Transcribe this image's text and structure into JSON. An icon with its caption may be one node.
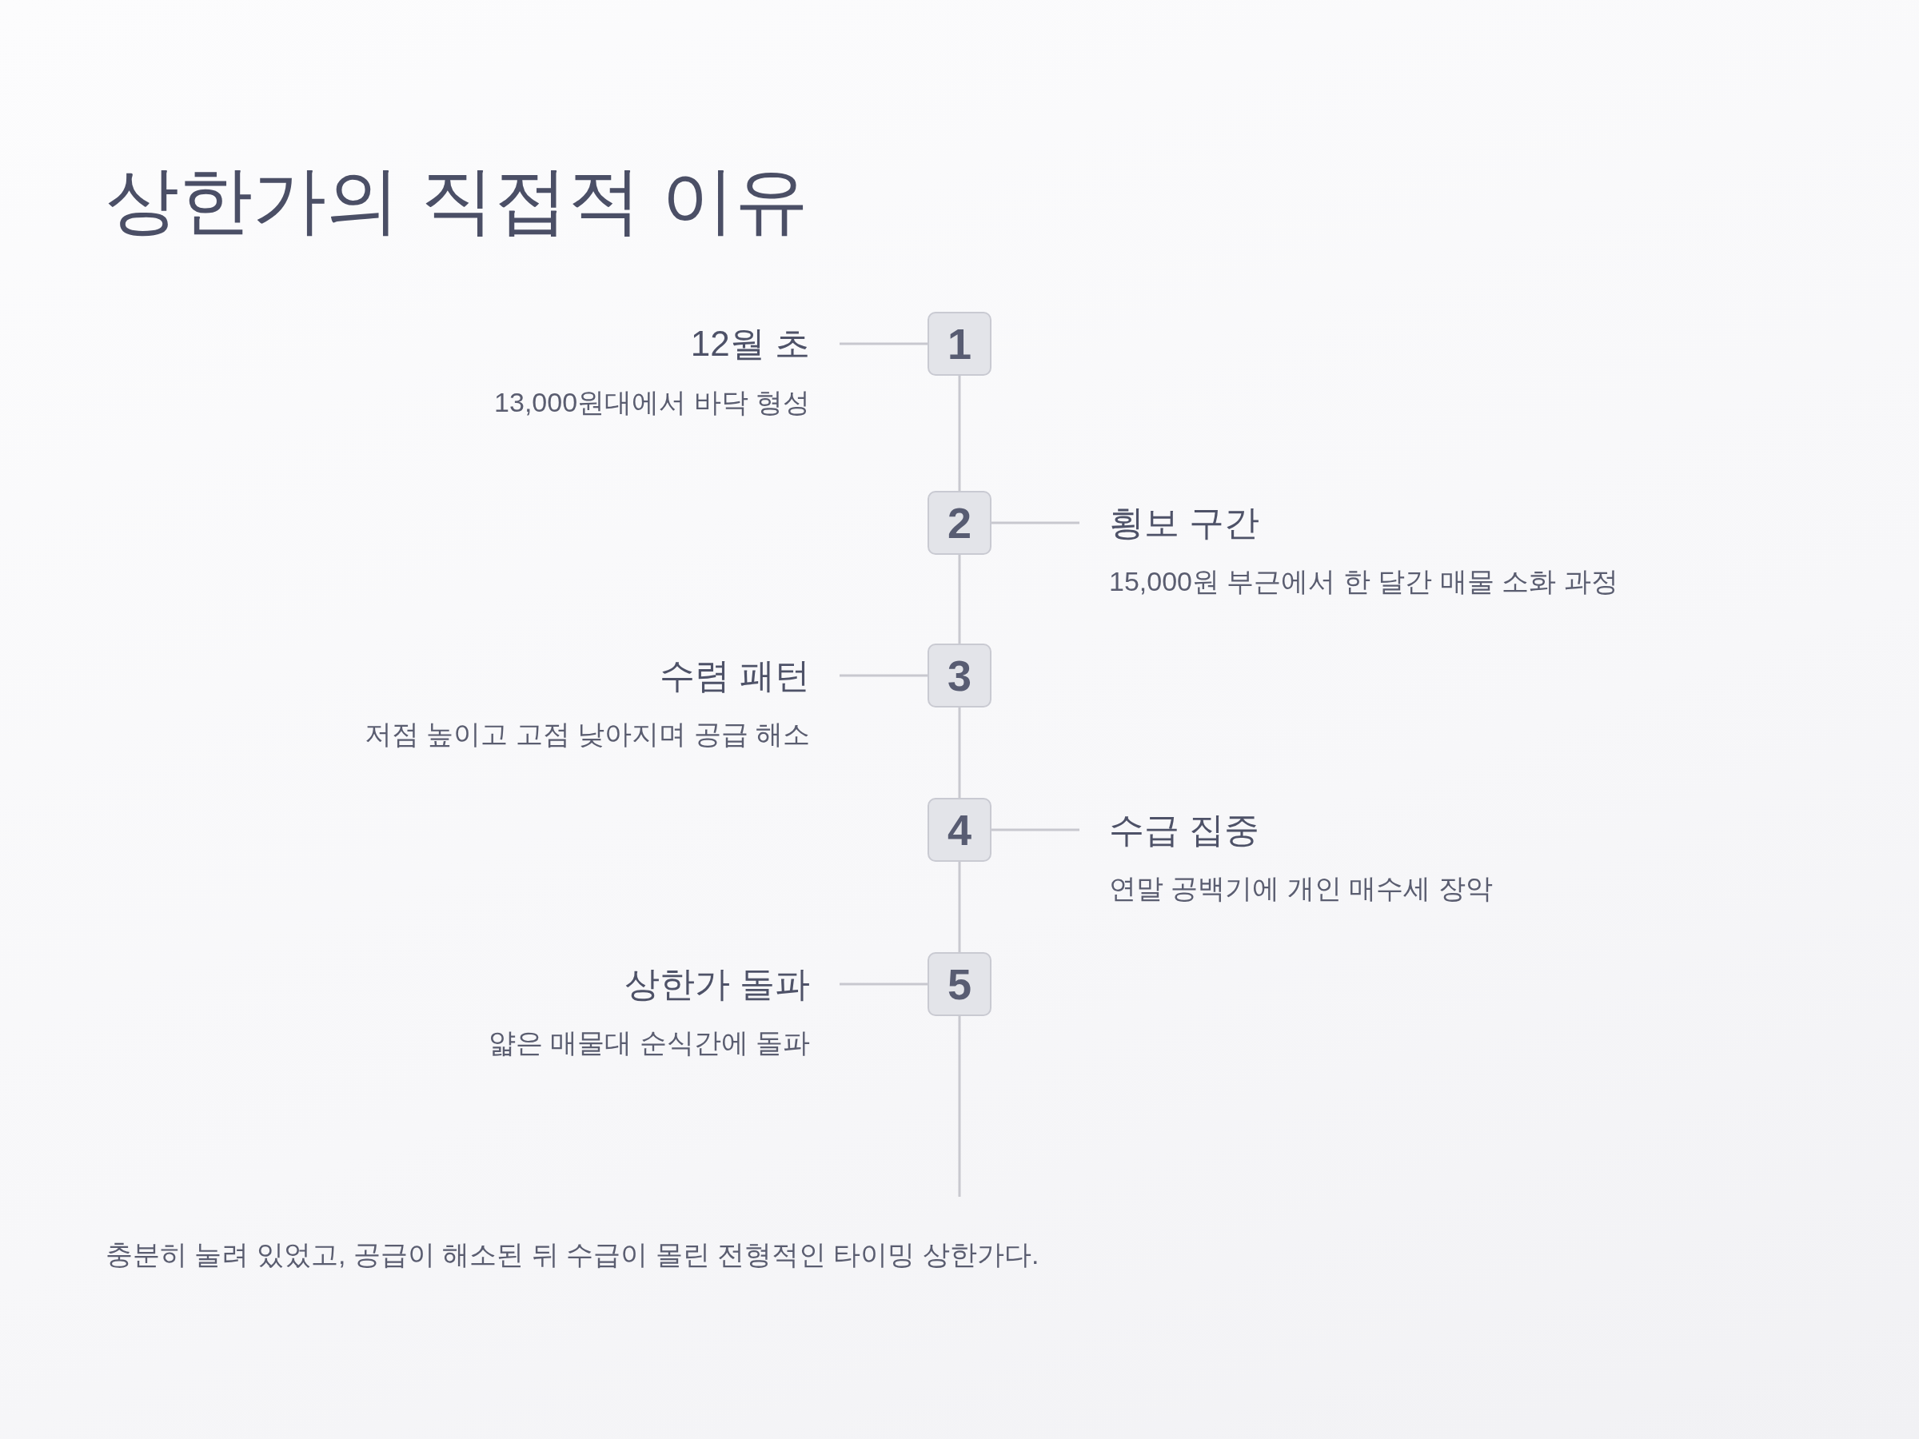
{
  "diagram": {
    "title": "상한가의 직접적 이유",
    "caption": "충분히 눌려 있었고, 공급이 해소된 뒤 수급이 몰린 전형적인 타이밍 상한가다.",
    "nodes": [
      {
        "text": [
          "1"
        ]
      },
      {
        "text": [
          "12월 초",
          "13,000원대에서 바닥 형성"
        ]
      },
      {
        "text": [
          "2"
        ]
      },
      {
        "text": [
          "횡보 구간",
          "15,000원 부근에서 한 달간 매물 소화 과정"
        ]
      },
      {
        "text": [
          "3"
        ]
      },
      {
        "text": [
          "수렴 패턴",
          "저점 높이고 고점 낮아지며 공급 해소"
        ]
      },
      {
        "text": [
          "4"
        ]
      },
      {
        "text": [
          "수급 집중",
          "연말 공백기에 개인 매수세 장악"
        ]
      },
      {
        "text": [
          "5"
        ]
      },
      {
        "text": [
          "상한가 돌파",
          "얇은 매물대 순식간에 돌파"
        ]
      }
    ],
    "edges": [
      {
        "from": 1,
        "to": 0,
        "arrow": "none"
      },
      {
        "from": 0,
        "to": 2,
        "arrow": "none"
      },
      {
        "from": 2,
        "to": 3,
        "arrow": "none"
      },
      {
        "from": 2,
        "to": 4,
        "arrow": "none"
      },
      {
        "from": 5,
        "to": 4,
        "arrow": "none"
      },
      {
        "from": 4,
        "to": 6,
        "arrow": "none"
      },
      {
        "from": 6,
        "to": 7,
        "arrow": "none"
      },
      {
        "from": 6,
        "to": 8,
        "arrow": "none"
      },
      {
        "from": 9,
        "to": 8,
        "arrow": "none"
      },
      {
        "from": 8,
        "to": null,
        "arrow": "none"
      }
    ]
  }
}
